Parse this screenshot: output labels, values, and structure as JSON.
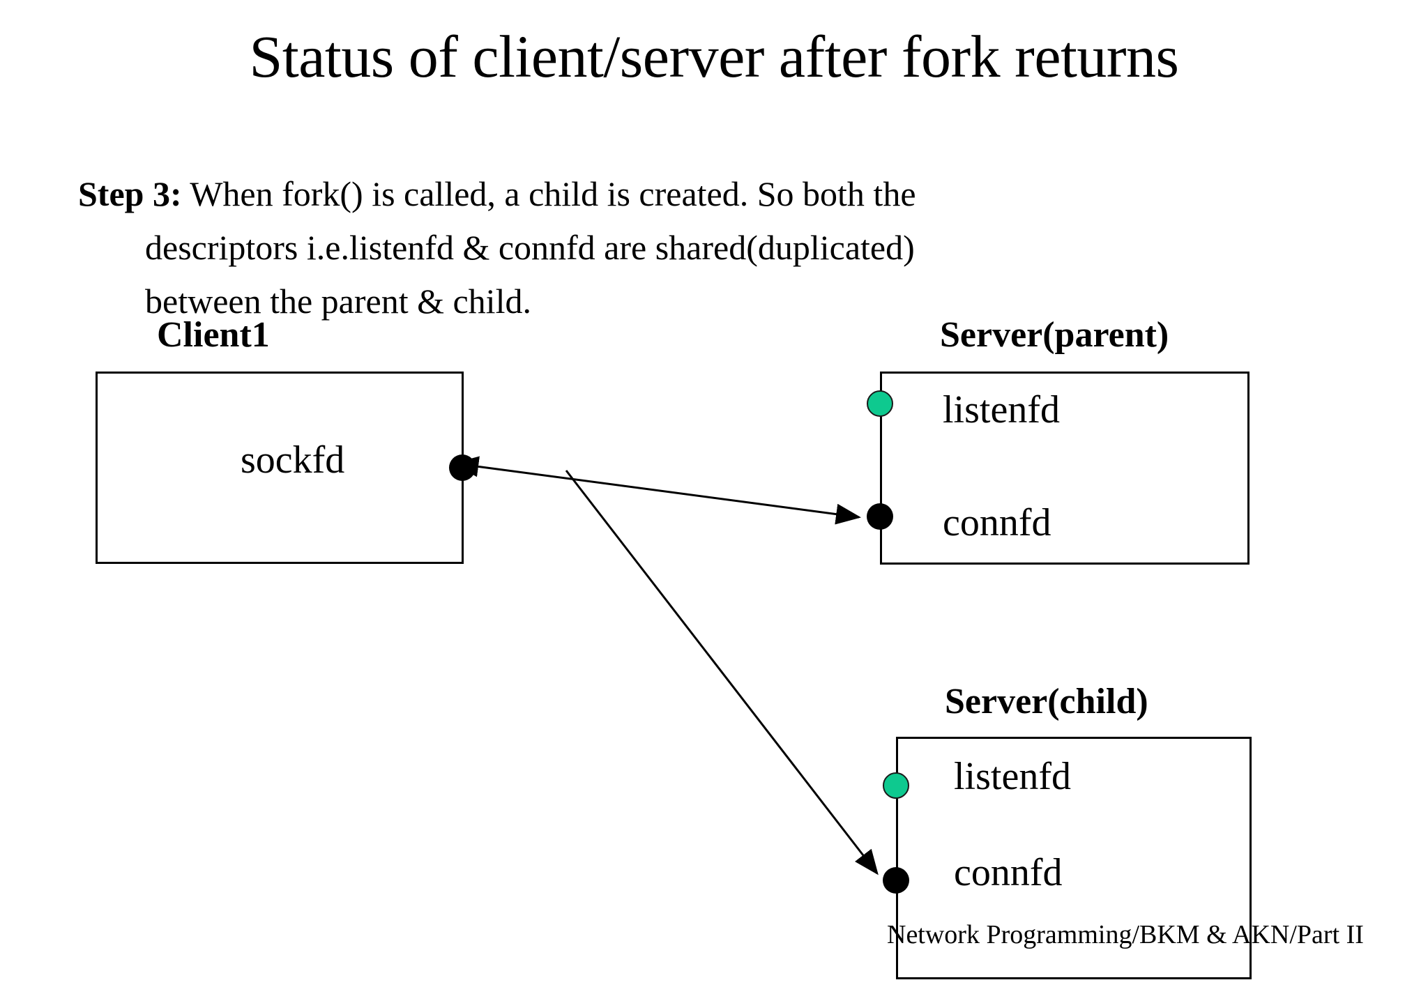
{
  "slide": {
    "title": "Status of client/server after fork returns",
    "footer": "Network Programming/BKM & AKN/Part II"
  },
  "body": {
    "step_label": "Step 3:",
    "line1": " When fork() is called, a child is created. So both the",
    "line2": "descriptors i.e.listenfd & connfd are shared(duplicated)",
    "line3": "between the parent & child."
  },
  "diagram": {
    "client": {
      "label": "Client1",
      "descriptor": "sockfd",
      "dot_color": "#000000"
    },
    "server_parent": {
      "label": "Server(parent)",
      "descriptors": [
        {
          "name": "listenfd",
          "dot_color": "#0ec98f"
        },
        {
          "name": "connfd",
          "dot_color": "#000000"
        }
      ]
    },
    "server_child": {
      "label": "Server(child)",
      "descriptors": [
        {
          "name": "listenfd",
          "dot_color": "#0ec98f"
        },
        {
          "name": "connfd",
          "dot_color": "#000000"
        }
      ]
    },
    "connections": [
      {
        "from": "server-parent-connfd",
        "to": "client-sockfd",
        "style": "double-headed-arrow"
      },
      {
        "from": "branch-point",
        "to": "server-child-connfd",
        "style": "single-arrow"
      }
    ]
  }
}
